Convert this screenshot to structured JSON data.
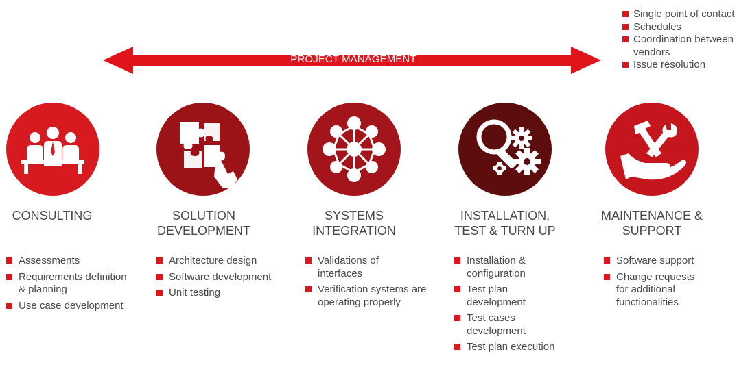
{
  "colors": {
    "accent_red": "#e0151c",
    "circle_1": "#d71920",
    "circle_2": "#9b1316",
    "circle_3": "#a3151a",
    "circle_4": "#5e0d0e",
    "circle_5": "#c5161d",
    "text": "#4a4a4a"
  },
  "project_management": {
    "label": "PROJECT MANAGEMENT",
    "items": [
      "Single point of contact",
      "Schedules",
      "Coordination between vendors",
      "Issue resolution"
    ]
  },
  "stages": [
    {
      "title_line1": "CONSULTING",
      "title_line2": "",
      "icon": "meeting-people-icon",
      "bullets": [
        "Assessments",
        "Requirements definition & planning",
        "Use case development"
      ]
    },
    {
      "title_line1": "SOLUTION",
      "title_line2": "DEVELOPMENT",
      "icon": "puzzle-hand-icon",
      "bullets": [
        "Architecture design",
        "Software development",
        "Unit testing"
      ]
    },
    {
      "title_line1": "SYSTEMS",
      "title_line2": "INTEGRATION",
      "icon": "network-nodes-icon",
      "bullets": [
        "Validations of interfaces",
        "Verification systems are operating properly"
      ]
    },
    {
      "title_line1": "INSTALLATION,",
      "title_line2": "TEST & TURN UP",
      "icon": "magnifier-gears-icon",
      "bullets": [
        "Installation & configuration",
        "Test plan development",
        "Test cases development",
        "Test plan execution"
      ]
    },
    {
      "title_line1": "MAINTENANCE &",
      "title_line2": "SUPPORT",
      "icon": "hand-tools-icon",
      "bullets": [
        "Software support",
        "Change requests for additional functionalities"
      ]
    }
  ]
}
